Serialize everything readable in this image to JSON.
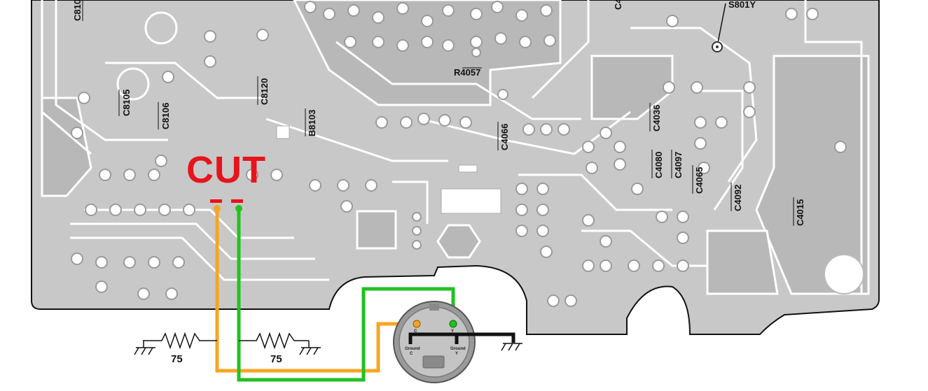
{
  "cut_label": "CUT",
  "components": {
    "c810": "C810",
    "c4": "C4",
    "s801y": "S801Y",
    "r4057": "R4057",
    "c8105": "C8105",
    "c8106": "C8106",
    "c8120": "C8120",
    "b8103": "B8103",
    "c4066": "C4066",
    "c4036": "C4036",
    "c4080": "C4080",
    "c4097": "C4097",
    "c4065": "C4065",
    "c4092": "C4092",
    "c4015": "C4015"
  },
  "resistors": {
    "left_value": "75",
    "right_value": "75"
  },
  "connector_pins": {
    "pin_c": "C",
    "pin_y": "Y",
    "ground_c_line1": "Ground",
    "ground_c_line2": "C",
    "ground_y_line1": "Ground",
    "ground_y_line2": "Y"
  },
  "colors": {
    "board": "#c8c8c8",
    "board_outline": "#111111",
    "chroma_wire": "#f5a623",
    "luma_wire": "#22c122",
    "cut_mark": "#e8141b",
    "ground_bar": "#111111",
    "connector_body": "#9a9a9a"
  }
}
